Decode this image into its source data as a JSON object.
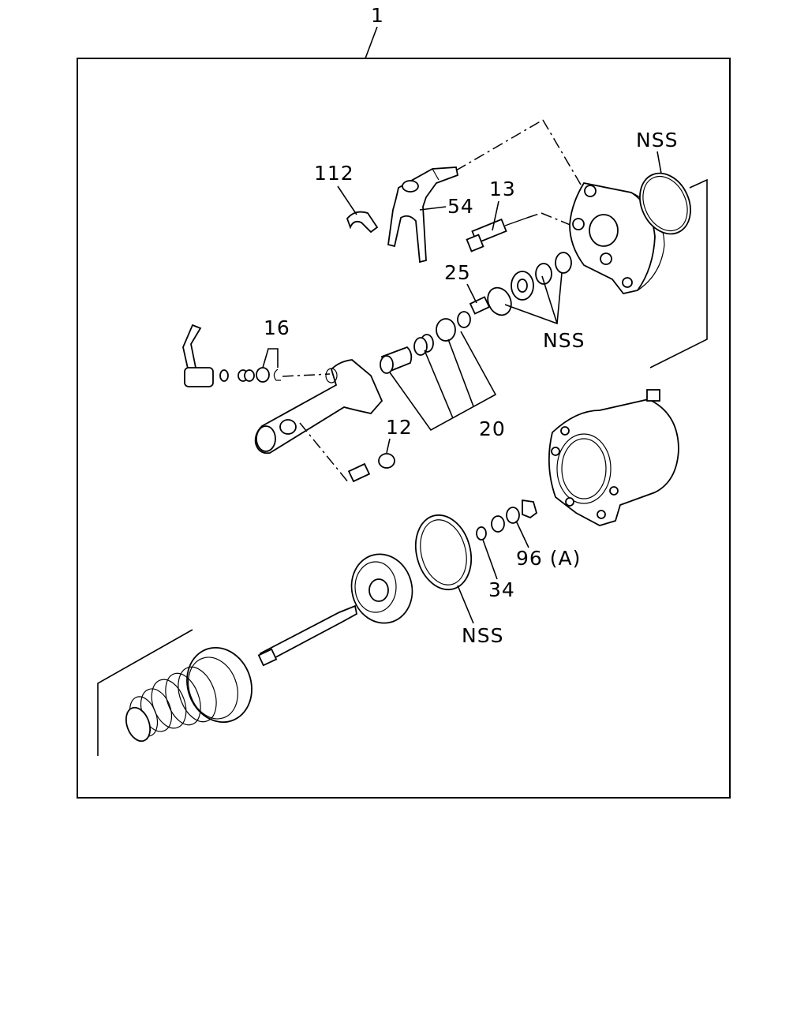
{
  "labels": {
    "assembly": "1",
    "clip": "112",
    "shift_fork": "54",
    "switch": "13",
    "piston": "25",
    "bolt_set": "16",
    "nss_gasket": "NSS",
    "nss_seals": "NSS",
    "seal_kit": "20",
    "plug": "12",
    "nut": "96 (A)",
    "snap_ring": "34",
    "nss_diaphragm": "NSS"
  }
}
